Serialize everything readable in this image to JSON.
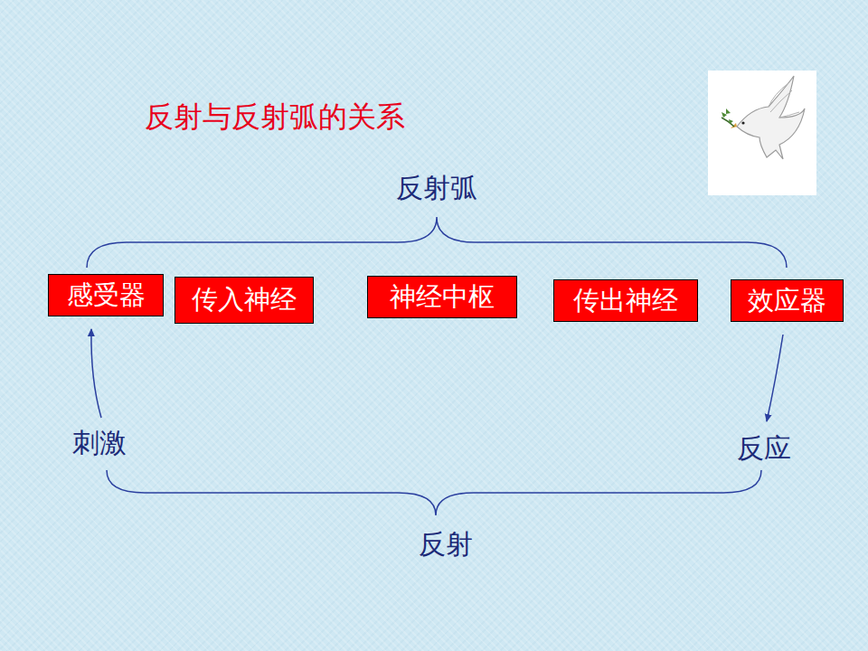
{
  "diagram": {
    "title": "反射与反射弧的关系",
    "nodes": [
      {
        "text": [
          "感受器"
        ]
      },
      {
        "text": [
          "传入神经"
        ]
      },
      {
        "text": [
          "神经中枢"
        ]
      },
      {
        "text": [
          "传出神经"
        ]
      },
      {
        "text": [
          "效应器"
        ]
      }
    ],
    "labels": [
      "反射弧",
      "刺激",
      "反应",
      "反射"
    ]
  }
}
